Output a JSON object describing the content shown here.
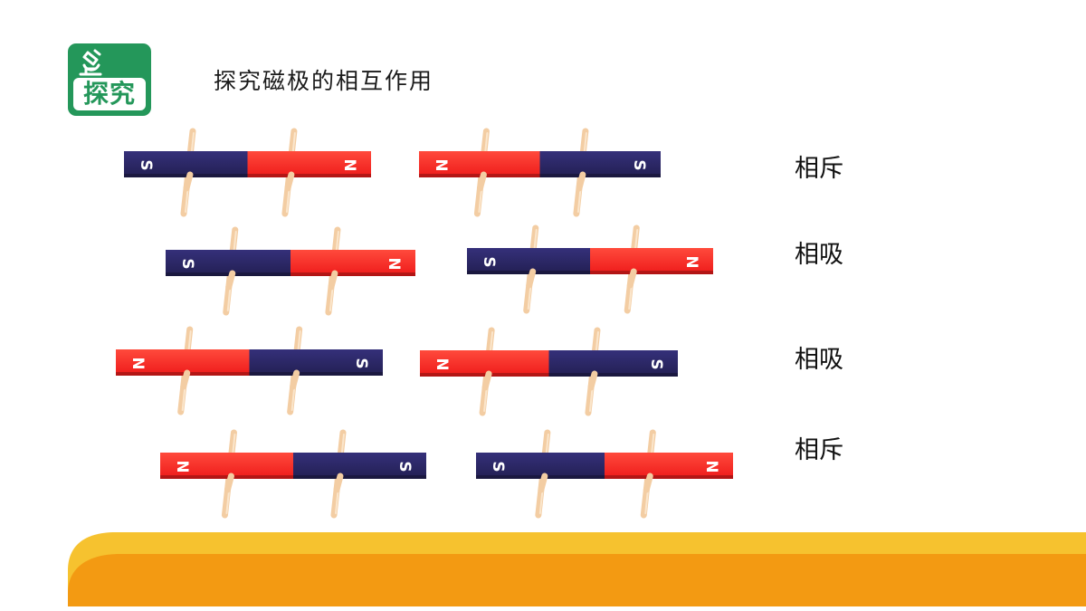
{
  "header": {
    "badge_label": "探究",
    "badge_icon": "microscope-icon",
    "title": "探究磁极的相互作用"
  },
  "colors": {
    "badge_green": "#24975a",
    "north_red": "#ff2222",
    "south_navy": "#2a2660",
    "stick": "#f3cda3",
    "footer_yellow": "#f6c22f",
    "footer_orange": "#f39a12"
  },
  "rows": [
    {
      "result": "相斥",
      "magnets": [
        {
          "left": "S",
          "right": "N"
        },
        {
          "left": "N",
          "right": "S"
        }
      ]
    },
    {
      "result": "相吸",
      "magnets": [
        {
          "left": "S",
          "right": "N"
        },
        {
          "left": "S",
          "right": "N"
        }
      ]
    },
    {
      "result": "相吸",
      "magnets": [
        {
          "left": "N",
          "right": "S"
        },
        {
          "left": "N",
          "right": "S"
        }
      ]
    },
    {
      "result": "相斥",
      "magnets": [
        {
          "left": "N",
          "right": "S"
        },
        {
          "left": "S",
          "right": "N"
        }
      ]
    }
  ]
}
